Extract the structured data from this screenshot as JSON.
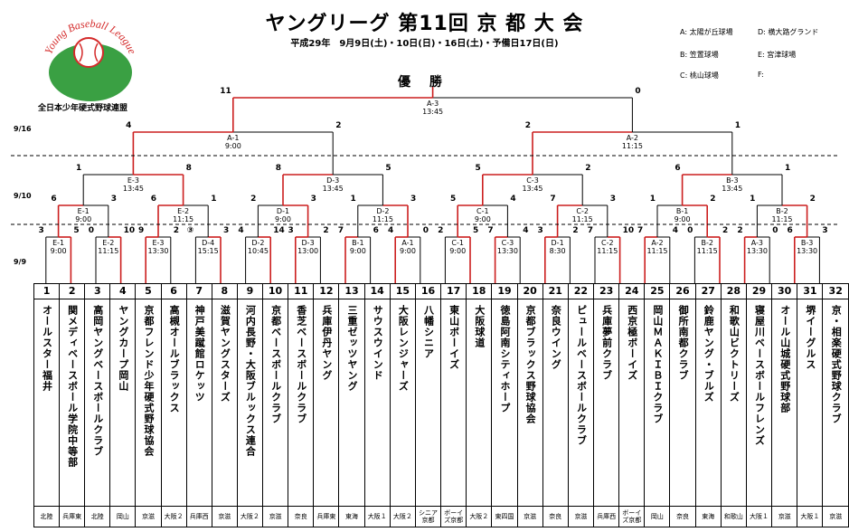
{
  "title": "ヤングリーグ 第11回 京 都 大 会",
  "subtitle": "平成29年　9月9日(土)・10日(日)・16日(土)・予備日17日(日)",
  "final_label": "優 勝",
  "logo": {
    "arc_text": "Young Baseball League",
    "federation": "全日本少年硬式野球連盟",
    "colors": {
      "green": "#3aa043",
      "red": "#d42a2a"
    }
  },
  "venues": [
    {
      "label": "A: 太陽が丘球場"
    },
    {
      "label": "D: 横大路グランド"
    },
    {
      "label": "B: 笠置球場"
    },
    {
      "label": "E: 宮津球場"
    },
    {
      "label": "C: 桃山球場"
    },
    {
      "label": "F:"
    }
  ],
  "round_dates": [
    "9/16",
    "9/10",
    "9/9"
  ],
  "colors": {
    "winner": "#cc1e1e",
    "line": "#000000"
  },
  "teams": [
    {
      "num": "1",
      "name": "オールスター福井",
      "pref": "北陸"
    },
    {
      "num": "2",
      "name": "関メディベースボール学院中等部",
      "pref": "兵庫東"
    },
    {
      "num": "3",
      "name": "高岡ヤングベースボールクラブ",
      "pref": "北陸"
    },
    {
      "num": "4",
      "name": "ヤングカープ岡山",
      "pref": "岡山"
    },
    {
      "num": "5",
      "name": "京都フレンド少年硬式野球協会",
      "pref": "京滋"
    },
    {
      "num": "6",
      "name": "高槻オールブラックス",
      "pref": "大阪２"
    },
    {
      "num": "7",
      "name": "神戸美蹴館ロケッツ",
      "pref": "兵庫西"
    },
    {
      "num": "8",
      "name": "滋賀ヤングスターズ",
      "pref": "京滋"
    },
    {
      "num": "9",
      "name": "河内長野・大阪ブルックス連合",
      "pref": "大阪２"
    },
    {
      "num": "10",
      "name": "京都ベースボールクラブ",
      "pref": "京滋"
    },
    {
      "num": "11",
      "name": "香芝ベースボールクラブ",
      "pref": "奈良"
    },
    {
      "num": "12",
      "name": "兵庫伊丹ヤング",
      "pref": "兵庫東"
    },
    {
      "num": "13",
      "name": "三重ゼッツヤング",
      "pref": "東海"
    },
    {
      "num": "14",
      "name": "サウスウインド",
      "pref": "大阪１"
    },
    {
      "num": "15",
      "name": "大阪レンジャーズ",
      "pref": "大阪２"
    },
    {
      "num": "16",
      "name": "八幡シニア",
      "pref": "シニア 京都"
    },
    {
      "num": "17",
      "name": "東山ボーイズ",
      "pref": "ボーイ ズ京都"
    },
    {
      "num": "18",
      "name": "大阪球道",
      "pref": "大阪２"
    },
    {
      "num": "19",
      "name": "徳島阿南シティホープ",
      "pref": "東四国"
    },
    {
      "num": "20",
      "name": "京都ブラックス野球協会",
      "pref": "京滋"
    },
    {
      "num": "21",
      "name": "奈良ウイング",
      "pref": "奈良"
    },
    {
      "num": "22",
      "name": "ピュールベースボールクラブ",
      "pref": "京滋"
    },
    {
      "num": "23",
      "name": "兵庫夢前クラブ",
      "pref": "兵庫西"
    },
    {
      "num": "24",
      "name": "西京極ボーイズ",
      "pref": "ボーイ ズ京都"
    },
    {
      "num": "25",
      "name": "岡山ＭＡＫＩＢＩクラブ",
      "pref": "岡山"
    },
    {
      "num": "26",
      "name": "御所南都クラブ",
      "pref": "奈良"
    },
    {
      "num": "27",
      "name": "鈴鹿ヤング・ブルズ",
      "pref": "東海"
    },
    {
      "num": "28",
      "name": "和歌山ビクトリーズ",
      "pref": "和歌山"
    },
    {
      "num": "29",
      "name": "寝屋川ベースボールフレンズ",
      "pref": "大阪１"
    },
    {
      "num": "30",
      "name": "オール山城硬式野球部",
      "pref": "京滋"
    },
    {
      "num": "31",
      "name": "堺イーグルス",
      "pref": "大阪１"
    },
    {
      "num": "32",
      "name": "京・相楽硬式野球クラブ",
      "pref": "京滋"
    }
  ],
  "rounds": {
    "r1": [
      {
        "code": "E-1",
        "time": "9:00",
        "left": "3",
        "right": "5",
        "winner": "right"
      },
      {
        "code": "E-2",
        "time": "11:15",
        "left": "0",
        "right": "10",
        "winner": "right"
      },
      {
        "code": "E-3",
        "time": "13:30",
        "left": "9",
        "right": "2",
        "winner": "left"
      },
      {
        "code": "D-4",
        "time": "15:15",
        "left": "③",
        "right": "3",
        "winner": "right"
      },
      {
        "code": "D-2",
        "time": "10:45",
        "left": "4",
        "right": "14",
        "winner": "right"
      },
      {
        "code": "D-3",
        "time": "13:00",
        "left": "3",
        "right": "2",
        "winner": "left"
      },
      {
        "code": "B-1",
        "time": "9:00",
        "left": "7",
        "right": "6",
        "winner": "left"
      },
      {
        "code": "A-1",
        "time": "9:00",
        "left": "4",
        "right": "0",
        "winner": "left"
      },
      {
        "code": "C-1",
        "time": "9:00",
        "left": "2",
        "right": "5",
        "winner": "right"
      },
      {
        "code": "C-3",
        "time": "13:30",
        "left": "7",
        "right": "4",
        "winner": "left"
      },
      {
        "code": "D-1",
        "time": "8:30",
        "left": "3",
        "right": "2",
        "winner": "left"
      },
      {
        "code": "C-2",
        "time": "11:15",
        "left": "7",
        "right": "10",
        "winner": "right"
      },
      {
        "code": "A-2",
        "time": "11:15",
        "left": "7",
        "right": "4",
        "winner": "left"
      },
      {
        "code": "B-2",
        "time": "11:15",
        "left": "0",
        "right": "2",
        "winner": "right"
      },
      {
        "code": "A-3",
        "time": "13:30",
        "left": "2",
        "right": "0",
        "winner": "left"
      },
      {
        "code": "B-3",
        "time": "13:30",
        "left": "6",
        "right": "3",
        "winner": "left"
      }
    ],
    "r2": [
      {
        "code": "E-1",
        "time": "9:00",
        "left": "6",
        "right": "3",
        "winner": "left"
      },
      {
        "code": "E-2",
        "time": "11:15",
        "left": "6",
        "right": "1",
        "winner": "left"
      },
      {
        "code": "D-1",
        "time": "9:00",
        "left": "2",
        "right": "3",
        "winner": "right"
      },
      {
        "code": "D-2",
        "time": "11:15",
        "left": "1",
        "right": "3",
        "winner": "right"
      },
      {
        "code": "C-1",
        "time": "9:00",
        "left": "5",
        "right": "4",
        "winner": "left"
      },
      {
        "code": "C-2",
        "time": "11:15",
        "left": "7",
        "right": "3",
        "winner": "left"
      },
      {
        "code": "B-1",
        "time": "9:00",
        "left": "1",
        "right": "2",
        "winner": "right"
      },
      {
        "code": "B-2",
        "time": "11:15",
        "left": "1",
        "right": "2",
        "winner": "right"
      }
    ],
    "r3": [
      {
        "code": "E-3",
        "time": "13:45",
        "left": "1",
        "right": "8",
        "winner": "right"
      },
      {
        "code": "D-3",
        "time": "13:45",
        "left": "8",
        "right": "5",
        "winner": "left"
      },
      {
        "code": "C-3",
        "time": "13:45",
        "left": "5",
        "right": "2",
        "winner": "left"
      },
      {
        "code": "B-3",
        "time": "13:45",
        "left": "6",
        "right": "1",
        "winner": "left"
      }
    ],
    "r4": [
      {
        "code": "A-1",
        "time": "9:00",
        "left": "4",
        "right": "2",
        "winner": "left"
      },
      {
        "code": "A-2",
        "time": "11:15",
        "left": "2",
        "right": "1",
        "winner": "left"
      }
    ],
    "r5": [
      {
        "code": "A-3",
        "time": "13:45",
        "left": "11",
        "right": "0",
        "winner": "left"
      }
    ]
  }
}
